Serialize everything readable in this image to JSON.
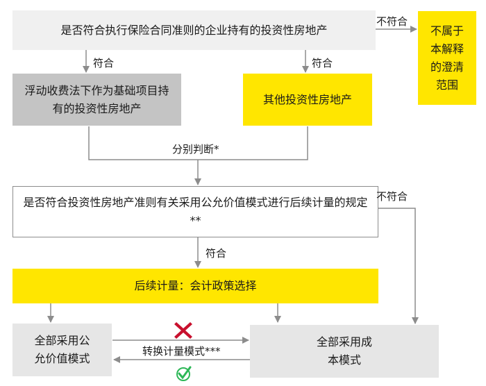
{
  "nodes": {
    "q1": "是否符合执行保险合同准则的企业持有的投资性房地产",
    "out_scope": "不属于本解释的澄清范围",
    "vfa": "浮动收费法下作为基础项目持有的投资性房地产",
    "other": "其他投资性房地产",
    "q2": "是否符合投资性房地产准则有关采用公允价值模式进行后续计量的规定**",
    "subsequent": "后续计量：会计政策选择",
    "fair_value": "全部采用公允价值模式",
    "cost": "全部采用成本模式"
  },
  "edges": {
    "no_q1": "不符合",
    "yes_left": "符合",
    "yes_right": "符合",
    "separately": "分别判断*",
    "no_q2": "不符合",
    "yes_q2": "符合",
    "switch": "转换计量模式***"
  },
  "colors": {
    "yellow": "#FFE600",
    "dark_gray": "#C4C4C4",
    "light_gray": "#E6E6E6",
    "q1_fill": "#F0F0F0",
    "arrow": "#8C8C8C",
    "cross": "#C8102E",
    "check": "#2DB757"
  },
  "icons": {
    "cross": "cross-icon",
    "check": "check-circle-icon"
  }
}
